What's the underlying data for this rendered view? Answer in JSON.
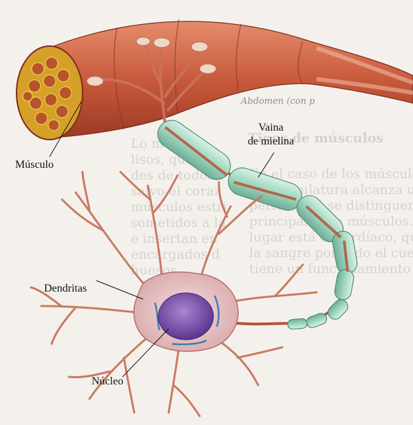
{
  "labels": {
    "muscle": "Músculo",
    "myelin_line1": "Vaina",
    "myelin_line2": "de mielina",
    "dendrites": "Dendritas",
    "nucleus": "Núcleo"
  },
  "background_text": {
    "heading": "Tipos de músculos",
    "caption": "Abdomen (con p",
    "left_col": [
      "Lo m",
      "lisos, que son",
      "des de todos l",
      "salvo el coraz",
      "músculos estri",
      "sometidos a la",
      "e insertan en",
      "encargados d",
      "huesos."
    ],
    "right_col": [
      "En el caso de los músculos, donde",
      "la musculatura alcanza una mayor",
      "perfección, se distinguen tres tipos",
      "principales de músculos. En primer",
      "lugar está el cardíaco, que impulsa",
      "la sangre por todo el cuerpo y que",
      "tiene un funcionamiento autónomo"
    ]
  },
  "colors": {
    "muscle": "#c85a3c",
    "myelin": "#9fd6bf",
    "axon": "#b4553a",
    "cell_body": "#e8c7cf",
    "nucleus": "#7a4ea6"
  }
}
